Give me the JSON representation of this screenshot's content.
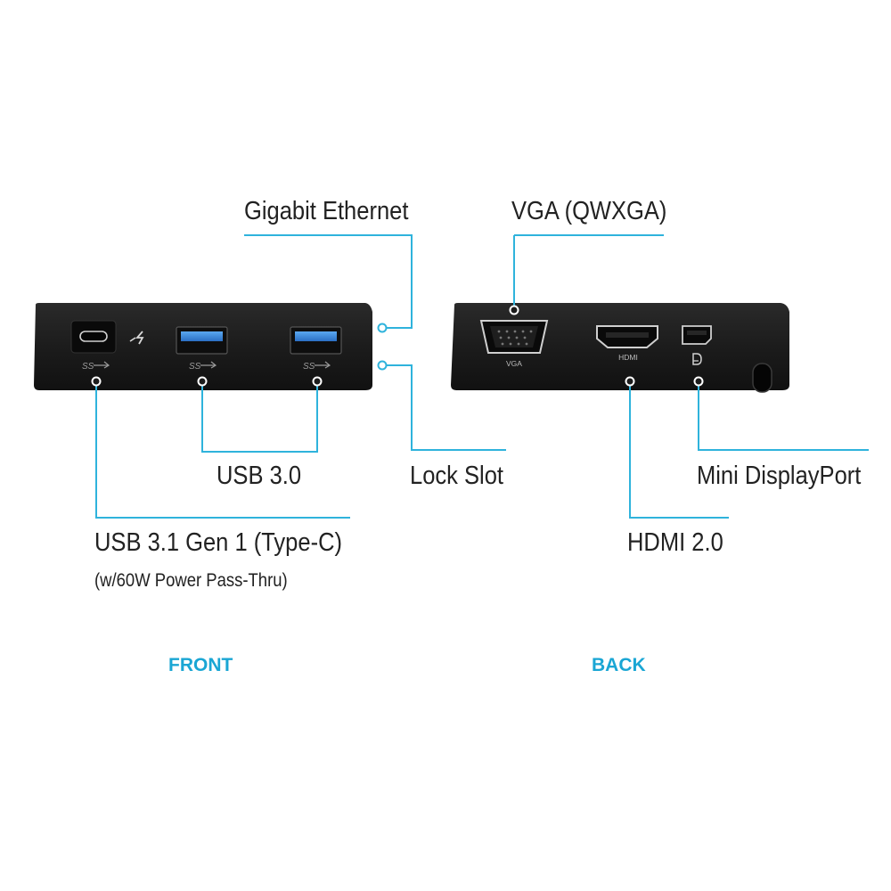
{
  "colors": {
    "callout_line": "#2fb3dc",
    "device_body": "#1c1c1c",
    "usb_blue": "#2b7fd6",
    "section_label": "#1aa6d4"
  },
  "labels": {
    "gigabit_ethernet": "Gigabit Ethernet",
    "vga_qwxga": "VGA (QWXGA)",
    "usb_3_0": "USB 3.0",
    "lock_slot": "Lock Slot",
    "mini_displayport": "Mini DisplayPort",
    "usb_3_1": "USB 3.1 Gen 1 (Type-C)",
    "power_pass_thru": "(w/60W Power Pass-Thru)",
    "hdmi_2_0": "HDMI 2.0"
  },
  "port_markings": {
    "vga": "VGA",
    "hdmi": "HDMI",
    "ss_usb": "SS"
  },
  "sections": {
    "front": "FRONT",
    "back": "BACK"
  }
}
